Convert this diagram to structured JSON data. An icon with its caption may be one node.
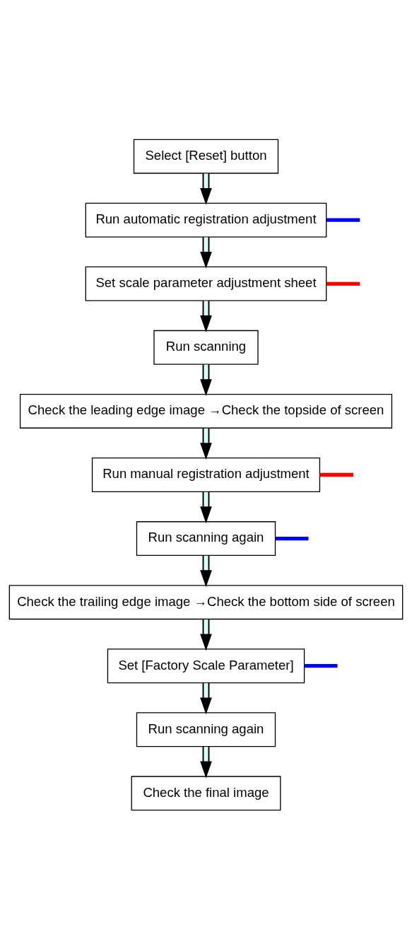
{
  "diagram": {
    "nodes": [
      {
        "text": [
          "Select [Reset] button"
        ]
      },
      {
        "text": [
          "Run automatic registration adjustment"
        ]
      },
      {
        "text": [
          "Set scale parameter adjustment sheet"
        ]
      },
      {
        "text": [
          "Run scanning"
        ]
      },
      {
        "text": [
          "Check the leading edge image →Check the topside of screen"
        ]
      },
      {
        "text": [
          "Run manual registration adjustment"
        ]
      },
      {
        "text": [
          "Run scanning again"
        ]
      },
      {
        "text": [
          "Check the trailing edge image →Check the bottom side of screen"
        ]
      },
      {
        "text": [
          "Set [Factory Scale Parameter]"
        ]
      },
      {
        "text": [
          "Run scanning again"
        ]
      },
      {
        "text": [
          "Check the final image"
        ]
      }
    ],
    "edges": [
      {
        "from": 0,
        "to": 1,
        "arrow": "to"
      },
      {
        "from": 1,
        "to": 2,
        "arrow": "to"
      },
      {
        "from": 2,
        "to": 3,
        "arrow": "to"
      },
      {
        "from": 3,
        "to": 4,
        "arrow": "to"
      },
      {
        "from": 4,
        "to": 5,
        "arrow": "to"
      },
      {
        "from": 5,
        "to": 6,
        "arrow": "to"
      },
      {
        "from": 6,
        "to": 7,
        "arrow": "to"
      },
      {
        "from": 7,
        "to": 8,
        "arrow": "to"
      },
      {
        "from": 8,
        "to": 9,
        "arrow": "to"
      },
      {
        "from": 9,
        "to": 10,
        "arrow": "to"
      },
      {
        "from": 1,
        "to": null,
        "arrow": "none",
        "style": "thick",
        "color": "#0000ff"
      },
      {
        "from": 2,
        "to": null,
        "arrow": "none",
        "style": "thick",
        "color": "#ff0000"
      },
      {
        "from": 5,
        "to": null,
        "arrow": "none",
        "style": "thick",
        "color": "#ff0000"
      },
      {
        "from": 6,
        "to": null,
        "arrow": "none",
        "style": "thick",
        "color": "#0000ff"
      },
      {
        "from": 8,
        "to": null,
        "arrow": "none",
        "style": "thick",
        "color": "#0000ff"
      }
    ]
  }
}
